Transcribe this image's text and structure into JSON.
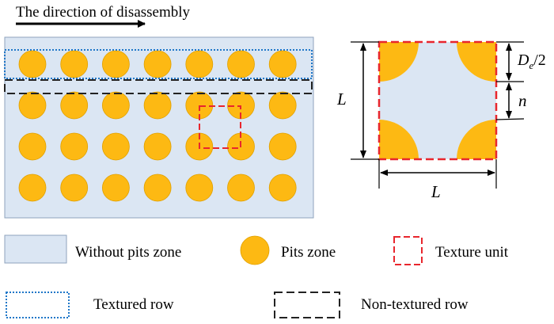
{
  "header": {
    "direction_label": "The direction of disassembly"
  },
  "plate": {
    "rows": 4,
    "cols": 7,
    "colors": {
      "zone_fill": "#dbe6f3",
      "zone_stroke": "#8fa3bd",
      "pit_fill": "#fdb913",
      "pit_stroke": "#e0a000",
      "textured_row": "#1f77c8",
      "non_textured_row": "#222222",
      "texture_unit": "#e8262d"
    }
  },
  "unit_cell": {
    "side_label": "L",
    "bottom_label": "L",
    "radius_label_main": "D",
    "radius_label_sub": "e",
    "radius_label_tail": "/2",
    "gap_label": "n"
  },
  "legend": {
    "without_pits": "Without pits zone",
    "pits": "Pits zone",
    "texture_unit": "Texture unit",
    "textured_row": "Textured row",
    "non_textured_row": "Non-textured row"
  }
}
